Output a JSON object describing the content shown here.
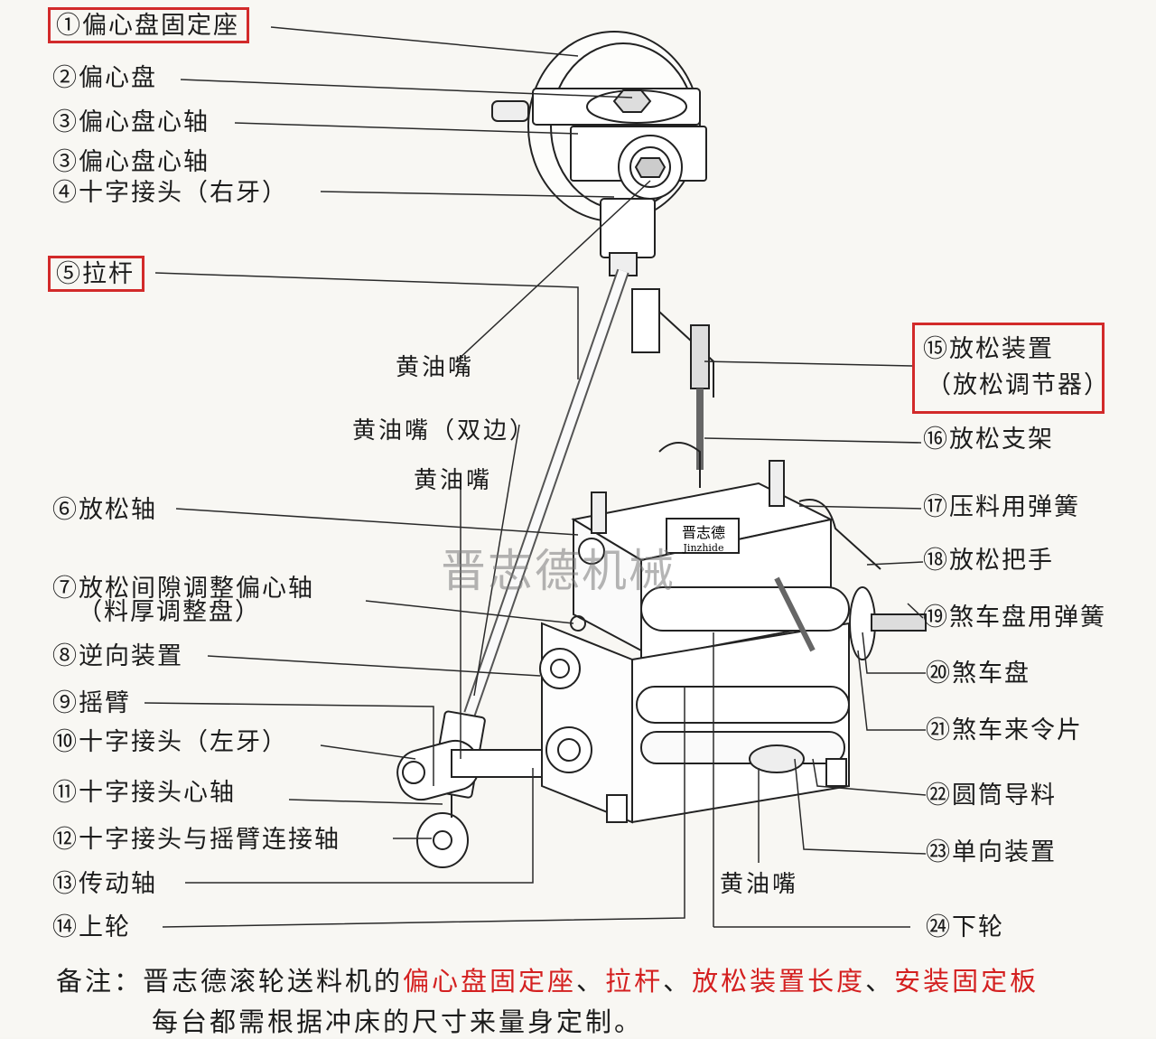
{
  "labels_left": [
    {
      "id": "1",
      "text": "①偏心盘固定座"
    },
    {
      "id": "2",
      "text": "②偏心盘"
    },
    {
      "id": "3a",
      "text": "③偏心盘心轴"
    },
    {
      "id": "3b",
      "text": "③偏心盘心轴"
    },
    {
      "id": "4",
      "text": "④十字接头（右牙）"
    },
    {
      "id": "5",
      "text": "⑤拉杆"
    },
    {
      "id": "6",
      "text": "⑥放松轴"
    },
    {
      "id": "7",
      "text": "⑦放松间隙调整偏心轴"
    },
    {
      "id": "7b",
      "text": "（料厚调整盘）"
    },
    {
      "id": "8",
      "text": "⑧逆向装置"
    },
    {
      "id": "9",
      "text": "⑨摇臂"
    },
    {
      "id": "10",
      "text": "⑩十字接头（左牙）"
    },
    {
      "id": "11",
      "text": "⑪十字接头心轴"
    },
    {
      "id": "12",
      "text": "⑫十字接头与摇臂连接轴"
    },
    {
      "id": "13",
      "text": "⑬传动轴"
    },
    {
      "id": "14",
      "text": "⑭上轮"
    }
  ],
  "labels_right": [
    {
      "id": "15",
      "text": "⑮放松装置"
    },
    {
      "id": "15b",
      "text": "（放松调节器）"
    },
    {
      "id": "16",
      "text": "⑯放松支架"
    },
    {
      "id": "17",
      "text": "⑰压料用弹簧"
    },
    {
      "id": "18",
      "text": "⑱放松把手"
    },
    {
      "id": "19",
      "text": "⑲煞车盘用弹簧"
    },
    {
      "id": "20",
      "text": "⑳煞车盘"
    },
    {
      "id": "21",
      "text": "㉑煞车来令片"
    },
    {
      "id": "22",
      "text": "㉒圆筒导料"
    },
    {
      "id": "23",
      "text": "㉓单向装置"
    },
    {
      "id": "24",
      "text": "㉔下轮"
    }
  ],
  "labels_mid": {
    "grease1": "黄油嘴",
    "grease_double": "黄油嘴（双边）",
    "grease2": "黄油嘴",
    "grease3": "黄油嘴"
  },
  "nameplate": {
    "cn": "晋志德",
    "en": "Jinzhide"
  },
  "watermark": "晋志德机械",
  "note": {
    "prefix": "备注：",
    "company": "晋志德滚轮送料机的",
    "item1": "偏心盘固定座",
    "sep1": "、",
    "item2": "拉杆",
    "sep2": "、",
    "item3": "放松装置长度",
    "sep3": "、",
    "item4": "安装固定板",
    "line2": "每台都需根据冲床的尺寸来量身定制。"
  },
  "colors": {
    "highlight": "#d22a2a",
    "ink": "#1c1c1c"
  }
}
